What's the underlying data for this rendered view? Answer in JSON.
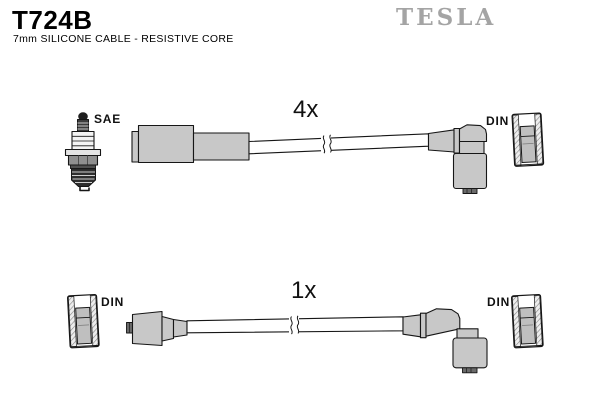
{
  "header": {
    "part_number": "T724B",
    "subtitle": "7mm SILICONE CABLE -  RESISTIVE CORE"
  },
  "brand": {
    "logo_text": "TESLA"
  },
  "diagram": {
    "rows": [
      {
        "quantity": "4x",
        "left_connector": "SAE",
        "right_connector": "DIN",
        "left_icon": "spark-plug-icon",
        "right_icon": "din-socket-icon"
      },
      {
        "quantity": "1x",
        "left_connector": "DIN",
        "right_connector": "DIN",
        "left_icon": "din-socket-icon",
        "right_icon": "din-socket-icon"
      }
    ]
  },
  "colors": {
    "background": "#ffffff",
    "ink": "#161616",
    "boot_fill": "#c8c8c8",
    "metal_dark": "#6a6a6a",
    "hex_gray": "#8f8f8f",
    "din_inner": "#bfbfbf",
    "logo_gray": "#a4a4a4"
  }
}
